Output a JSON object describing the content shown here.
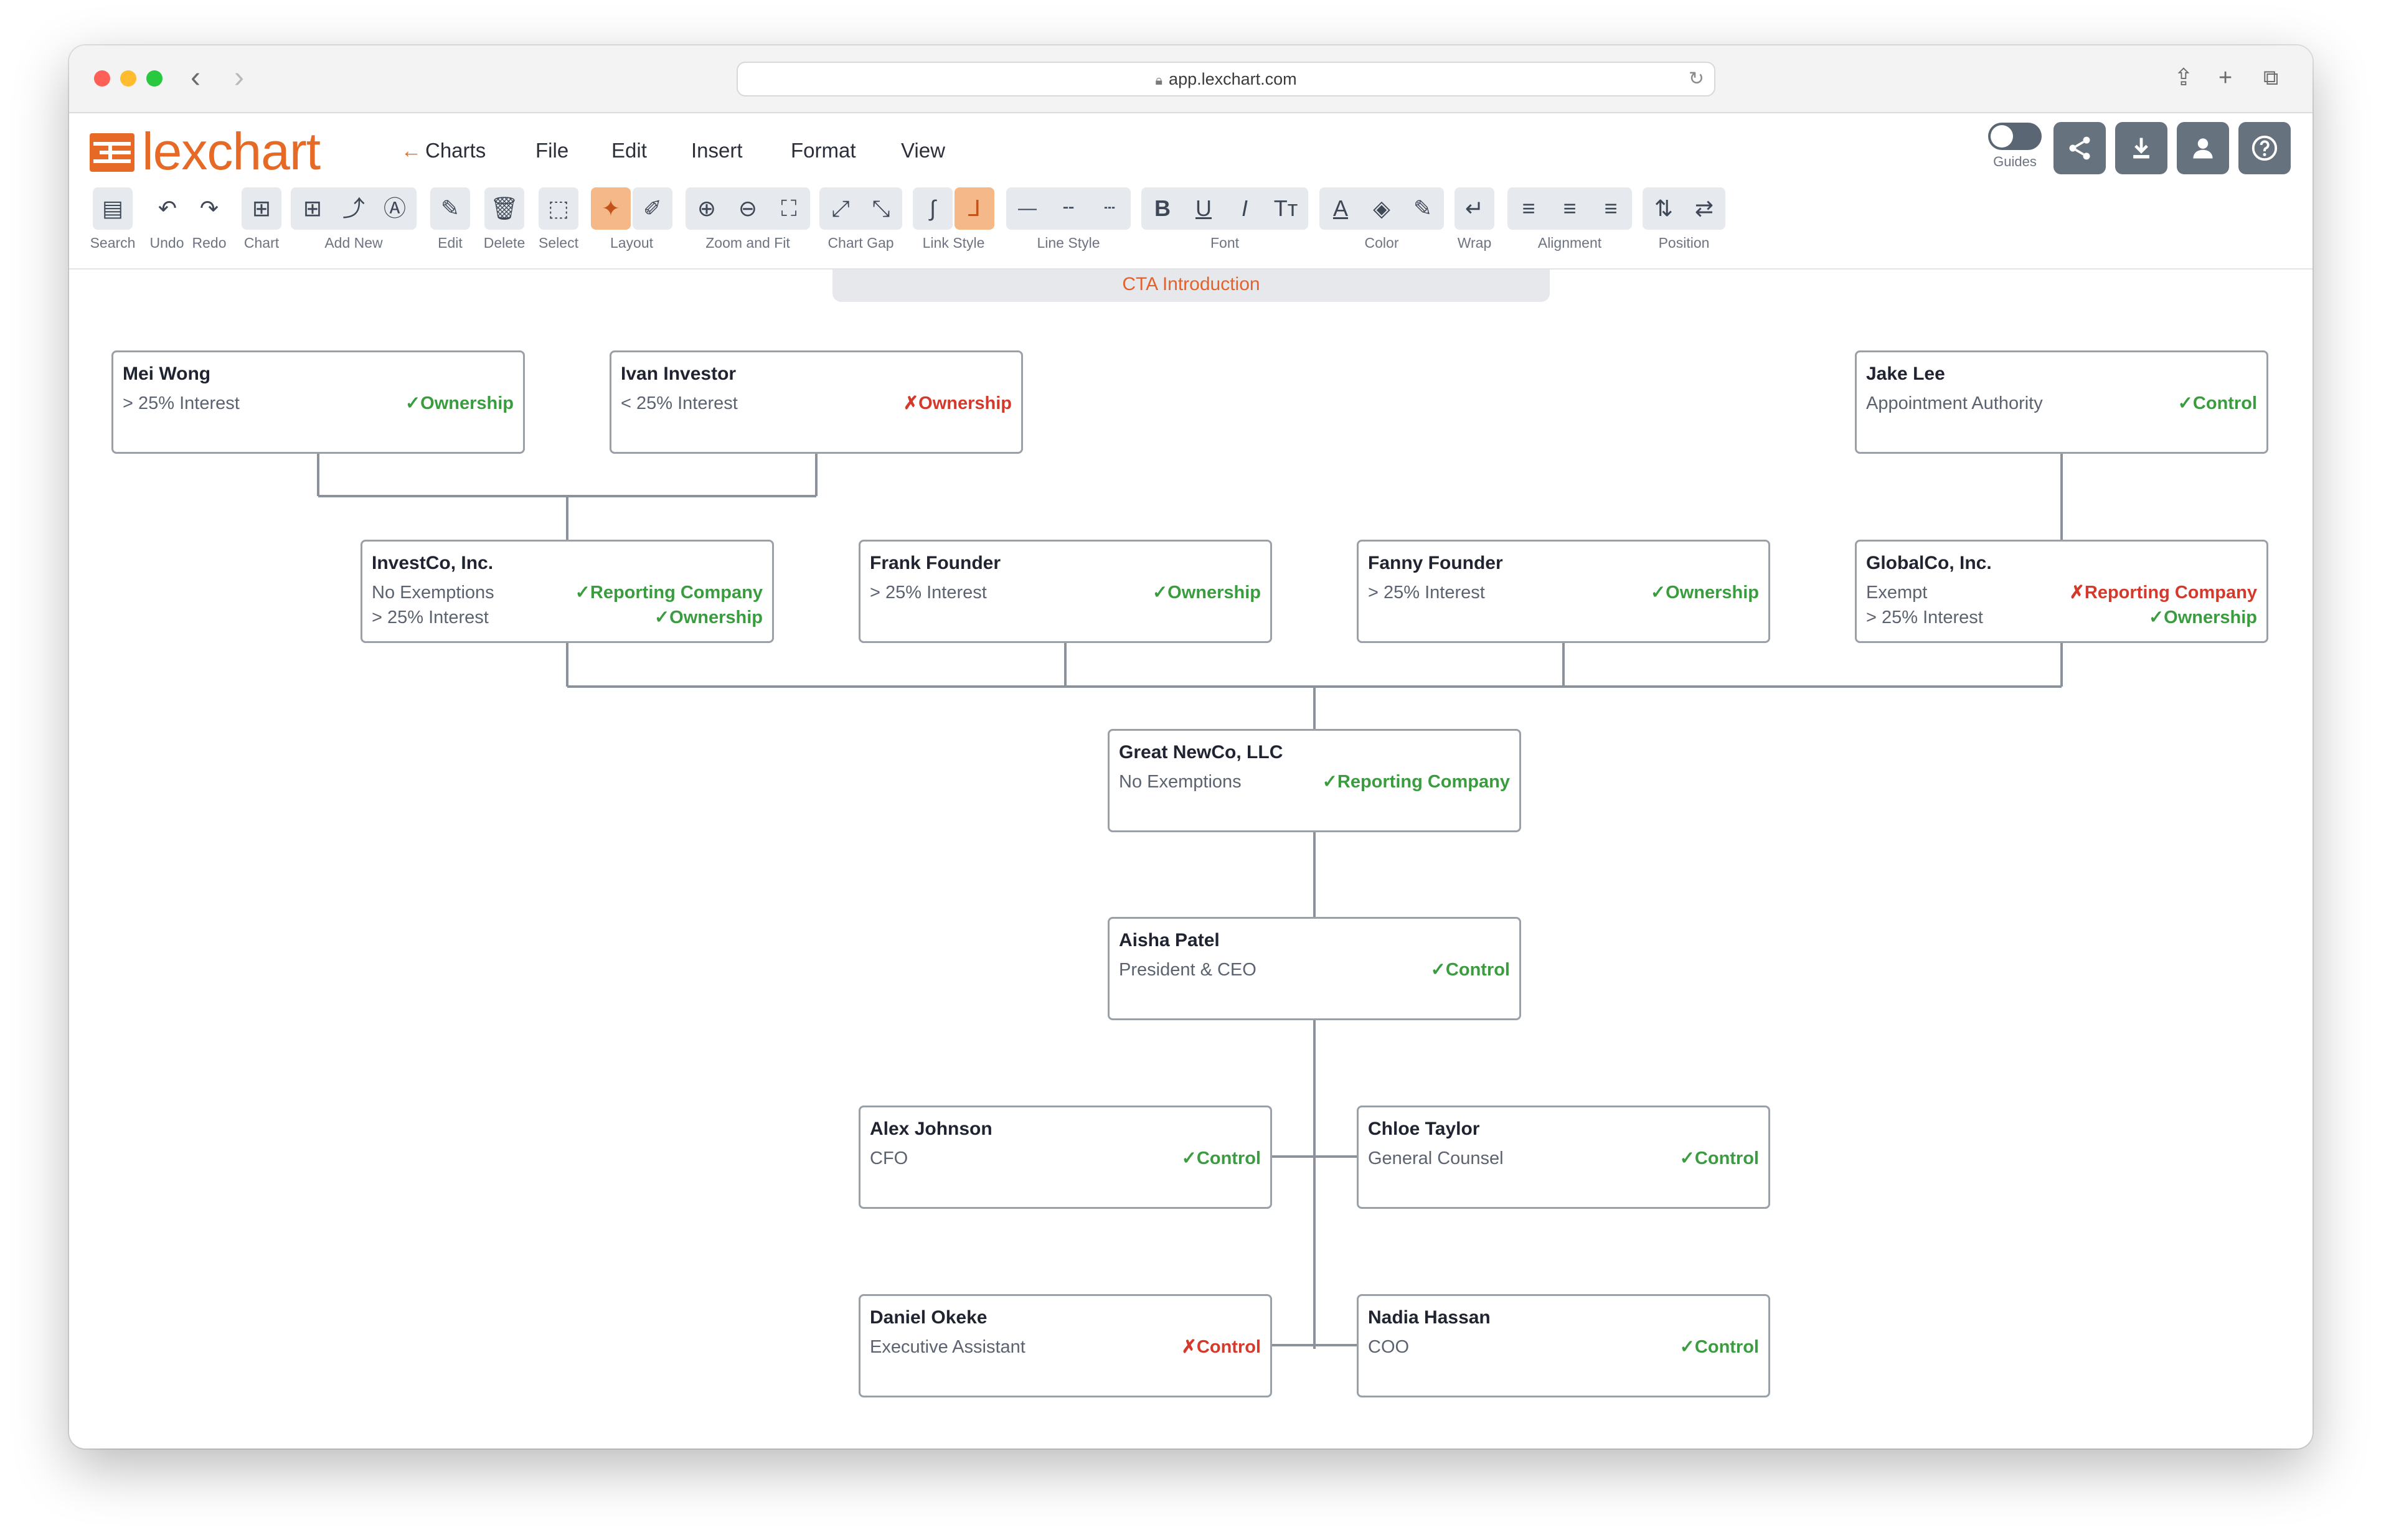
{
  "browser": {
    "url": "app.lexchart.com"
  },
  "app": {
    "logo_text": "lexchart",
    "menu": [
      "Charts",
      "File",
      "Edit",
      "Insert",
      "Format",
      "View"
    ],
    "guides_label": "Guides"
  },
  "toolbar": {
    "labels": {
      "search": "Search",
      "undo": "Undo",
      "redo": "Redo",
      "chart": "Chart",
      "add_new": "Add New",
      "edit": "Edit",
      "delete": "Delete",
      "select": "Select",
      "layout": "Layout",
      "zoom_fit": "Zoom and Fit",
      "chart_gap": "Chart Gap",
      "link_style": "Link Style",
      "line_style": "Line Style",
      "font": "Font",
      "color": "Color",
      "wrap": "Wrap",
      "alignment": "Alignment",
      "position": "Position"
    }
  },
  "chart": {
    "title": "CTA Introduction",
    "nodes": [
      {
        "id": "mei",
        "name": "Mei Wong",
        "rows": [
          {
            "label": "> 25% Interest",
            "status": "Ownership",
            "ok": true
          }
        ]
      },
      {
        "id": "ivan",
        "name": "Ivan Investor",
        "rows": [
          {
            "label": "< 25% Interest",
            "status": "Ownership",
            "ok": false
          }
        ]
      },
      {
        "id": "jake",
        "name": "Jake Lee",
        "rows": [
          {
            "label": "Appointment Authority",
            "status": "Control",
            "ok": true
          }
        ]
      },
      {
        "id": "investco",
        "name": "InvestCo, Inc.",
        "rows": [
          {
            "label": "No Exemptions",
            "status": "Reporting Company",
            "ok": true
          },
          {
            "label": "> 25% Interest",
            "status": "Ownership",
            "ok": true
          }
        ]
      },
      {
        "id": "frank",
        "name": "Frank Founder",
        "rows": [
          {
            "label": "> 25% Interest",
            "status": "Ownership",
            "ok": true
          }
        ]
      },
      {
        "id": "fanny",
        "name": "Fanny Founder",
        "rows": [
          {
            "label": "> 25% Interest",
            "status": "Ownership",
            "ok": true
          }
        ]
      },
      {
        "id": "globalco",
        "name": "GlobalCo, Inc.",
        "rows": [
          {
            "label": "Exempt",
            "status": "Reporting Company",
            "ok": false
          },
          {
            "label": "> 25% Interest",
            "status": "Ownership",
            "ok": true
          }
        ]
      },
      {
        "id": "newco",
        "name": "Great NewCo, LLC",
        "rows": [
          {
            "label": "No Exemptions",
            "status": "Reporting Company",
            "ok": true
          }
        ]
      },
      {
        "id": "aisha",
        "name": "Aisha Patel",
        "rows": [
          {
            "label": "President & CEO",
            "status": "Control",
            "ok": true
          }
        ]
      },
      {
        "id": "alex",
        "name": "Alex Johnson",
        "rows": [
          {
            "label": "CFO",
            "status": "Control",
            "ok": true
          }
        ]
      },
      {
        "id": "chloe",
        "name": "Chloe Taylor",
        "rows": [
          {
            "label": "General Counsel",
            "status": "Control",
            "ok": true
          }
        ]
      },
      {
        "id": "daniel",
        "name": "Daniel Okeke",
        "rows": [
          {
            "label": "Executive Assistant",
            "status": "Control",
            "ok": false
          }
        ]
      },
      {
        "id": "nadia",
        "name": "Nadia Hassan",
        "rows": [
          {
            "label": "COO",
            "status": "Control",
            "ok": true
          }
        ]
      }
    ]
  },
  "colors": {
    "brand": "#e66a25",
    "ok": "#3a9c3f",
    "bad": "#d33a2c",
    "connector": "#8c929a"
  }
}
